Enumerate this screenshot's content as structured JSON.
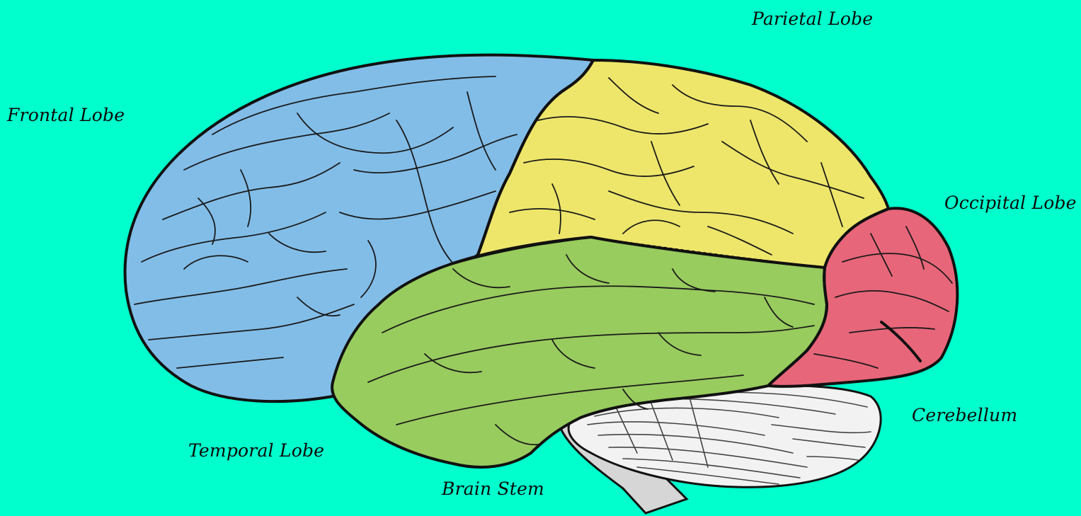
{
  "labels": {
    "parietal": "Parietal Lobe",
    "frontal": "Frontal Lobe",
    "occipital": "Occipital Lobe",
    "cerebellum": "Cerebellum",
    "temporal": "Temporal Lobe",
    "brainstem": "Brain Stem"
  },
  "colors": {
    "background": "#00ffcc",
    "frontal": "#82bde8",
    "parietal": "#eee66a",
    "temporal": "#98cc5e",
    "occipital": "#e8667a",
    "cerebellum": "#f2f2f2",
    "brainstem": "#d6d6d6"
  }
}
